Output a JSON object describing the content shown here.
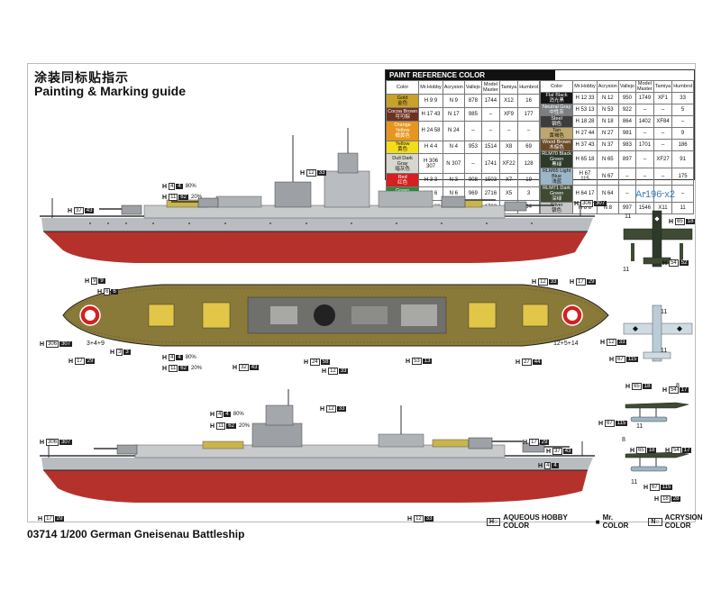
{
  "title_cn": "涂装同标贴指示",
  "title_en": "Painting & Marking guide",
  "footer": "03714 1/200 German Gneisenau Battleship",
  "aircraft_label": "Ar196 x2",
  "legend": {
    "aqueous_box": "H○",
    "aqueous": "AQUEOUS HOBBY COLOR",
    "mr_box": "■",
    "mr": "Mr. COLOR",
    "acrysion_box": "N○",
    "acrysion": "ACRYSION COLOR"
  },
  "paint_table": {
    "title": "PAINT REFERENCE COLOR",
    "headers": [
      "Color",
      "Mr.Hobby",
      "Acrysion",
      "Vallejo",
      "Model Master",
      "Tamiya",
      "Humbrol"
    ],
    "left": [
      {
        "name": "Gold",
        "cn": "金色",
        "color": "#c9a12a",
        "h": "H 9  9",
        "n": "N 9",
        "vallejo": "878",
        "mm": "1744",
        "tamiya": "X12",
        "humbrol": "16",
        "dark": true
      },
      {
        "name": "Cocoa Brown",
        "cn": "可可棕",
        "color": "#6b3220",
        "h": "H 17 43",
        "n": "N 17",
        "vallejo": "985",
        "mm": "–",
        "tamiya": "XF9",
        "humbrol": "177",
        "dark": false
      },
      {
        "name": "Orange Yellow",
        "cn": "橘黄色",
        "color": "#e6961e",
        "h": "H 24 58",
        "n": "N 24",
        "vallejo": "–",
        "mm": "–",
        "tamiya": "–",
        "humbrol": "–",
        "dark": false
      },
      {
        "name": "Yellow",
        "cn": "黄色",
        "color": "#f2dd1c",
        "h": "H 4  4",
        "n": "N 4",
        "vallejo": "953",
        "mm": "1514",
        "tamiya": "X8",
        "humbrol": "69",
        "dark": true
      },
      {
        "name": "Dull Dark Gray",
        "cn": "暗灰色",
        "color": "#d7d7d0",
        "h": "H 306 307",
        "n": "N 307",
        "vallejo": "–",
        "mm": "1741",
        "tamiya": "XF22",
        "humbrol": "128",
        "dark": true
      },
      {
        "name": "Red",
        "cn": "红色",
        "color": "#d42020",
        "h": "H 3  3",
        "n": "N 3",
        "vallejo": "908",
        "mm": "1503",
        "tamiya": "X7",
        "humbrol": "19",
        "dark": false
      },
      {
        "name": "Green",
        "cn": "绿色",
        "color": "#2e8b3a",
        "h": "H 6  6",
        "n": "N 6",
        "vallejo": "969",
        "mm": "2716",
        "tamiya": "X5",
        "humbrol": "3",
        "dark": false
      },
      {
        "name": "Flat White",
        "cn": "消光白",
        "color": "#ffffff",
        "h": "H 11 62",
        "n": "N 11",
        "vallejo": "951",
        "mm": "1768",
        "tamiya": "XF2",
        "humbrol": "34",
        "dark": true
      }
    ],
    "right": [
      {
        "name": "Flat Black",
        "cn": "消光黑",
        "color": "#161616",
        "h": "H 12 33",
        "n": "N 12",
        "vallejo": "950",
        "mm": "1749",
        "tamiya": "XF1",
        "humbrol": "33",
        "dark": false
      },
      {
        "name": "Neutral Gray",
        "cn": "中性灰",
        "color": "#7c7f82",
        "h": "H 53 13",
        "n": "N 53",
        "vallejo": "922",
        "mm": "–",
        "tamiya": "–",
        "humbrol": "5",
        "dark": false
      },
      {
        "name": "Steel",
        "cn": "钢色",
        "color": "#3d3d3d",
        "h": "H 18 28",
        "n": "N 18",
        "vallejo": "864",
        "mm": "1402",
        "tamiya": "XF84",
        "humbrol": "–",
        "dark": false
      },
      {
        "name": "Tan",
        "cn": "黄褐色",
        "color": "#bfa66a",
        "h": "H 27 44",
        "n": "N 27",
        "vallejo": "981",
        "mm": "–",
        "tamiya": "–",
        "humbrol": "9",
        "dark": true
      },
      {
        "name": "Wood Brown",
        "cn": "木棕色",
        "color": "#6a4a26",
        "h": "H 37 43",
        "n": "N 37",
        "vallejo": "983",
        "mm": "1701",
        "tamiya": "–",
        "humbrol": "186",
        "dark": false
      },
      {
        "name": "RLM70 Black Green",
        "cn": "黑绿",
        "color": "#2d3a2a",
        "h": "H 65 18",
        "n": "N 65",
        "vallejo": "897",
        "mm": "–",
        "tamiya": "XF27",
        "humbrol": "91",
        "dark": false
      },
      {
        "name": "RLM65 Light Blue",
        "cn": "浅蓝",
        "color": "#9bb6c6",
        "h": "H 67 115",
        "n": "N 67",
        "vallejo": "–",
        "mm": "–",
        "tamiya": "–",
        "humbrol": "175",
        "dark": true
      },
      {
        "name": "RLM71 Dark Green",
        "cn": "深绿",
        "color": "#3f4a32",
        "h": "H 64 17",
        "n": "N 64",
        "vallejo": "–",
        "mm": "–",
        "tamiya": "–",
        "humbrol": "–",
        "dark": false
      },
      {
        "name": "Silver",
        "cn": "银色",
        "color": "#c6c6c6",
        "h": "H 8  8",
        "n": "N 8",
        "vallejo": "997",
        "mm": "1546",
        "tamiya": "X11",
        "humbrol": "11",
        "dark": true
      }
    ]
  },
  "callouts": {
    "side1_pct1": "80%",
    "side1_pct2": "20%",
    "side2_pct1": "80%",
    "side2_pct2": "20%",
    "top_pct1": "80%",
    "top_pct2": "20%",
    "top_label_left": "3+4+9",
    "top_label_right": "12+5+14"
  }
}
